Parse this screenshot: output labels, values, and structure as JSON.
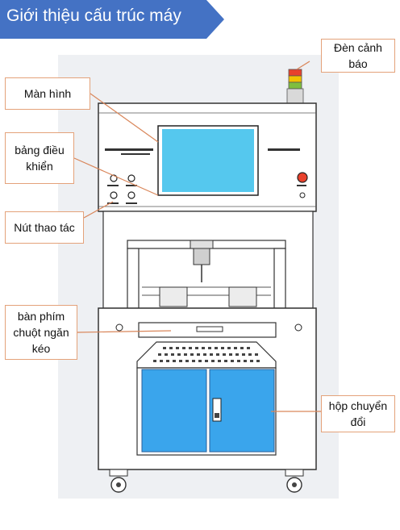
{
  "title": "Giới thiệu cấu trúc máy",
  "labels": {
    "den_canh_bao": "Đèn cảnh báo",
    "man_hinh": "Màn hình",
    "bang_dieu_khien": "bảng điều khiển",
    "nut_thao_tac": "Nút thao tác",
    "ban_phim": "bàn phím chuột ngăn kéo",
    "hop_chuyen_doi": "hộp chuyển đổi"
  },
  "colors": {
    "banner": "#4472c4",
    "callout_border": "#e4a27a",
    "leader_line": "#d9865a",
    "screen": "#55c8ee",
    "cabinet": "#3aa5ec",
    "drawer_panel": "#3f7fd0",
    "lamp_red": "#e8412c",
    "lamp_yellow": "#f2c200",
    "lamp_green": "#7fbf3f"
  }
}
